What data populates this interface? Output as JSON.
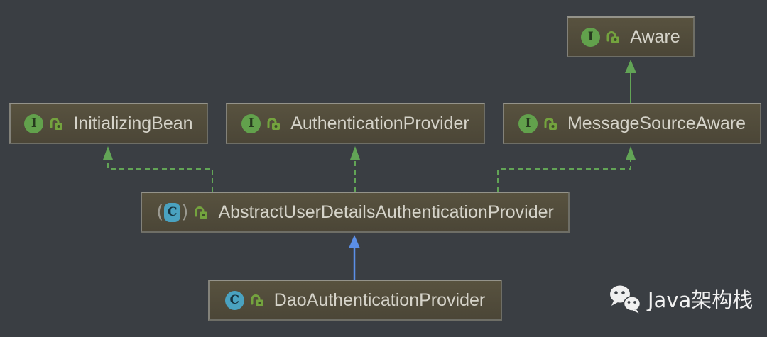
{
  "app": {
    "name": "IntelliJ UML class diagram"
  },
  "background_color": "#3a3e43",
  "diagram": {
    "icon_glyphs": {
      "interface": "I",
      "class": "C",
      "paren_open": "(",
      "paren_close": ")"
    },
    "nodes": [
      {
        "id": "aware",
        "label": "Aware",
        "kind": "interface",
        "visibility": "public"
      },
      {
        "id": "initializing-bean",
        "label": "InitializingBean",
        "kind": "interface",
        "visibility": "public"
      },
      {
        "id": "authentication-provider",
        "label": "AuthenticationProvider",
        "kind": "interface",
        "visibility": "public"
      },
      {
        "id": "message-source-aware",
        "label": "MessageSourceAware",
        "kind": "interface",
        "visibility": "public"
      },
      {
        "id": "abstract-user-details-authentication-provider",
        "label": "AbstractUserDetailsAuthenticationProvider",
        "kind": "abstract-class",
        "visibility": "public"
      },
      {
        "id": "dao-authentication-provider",
        "label": "DaoAuthenticationProvider",
        "kind": "class",
        "visibility": "public"
      }
    ],
    "edges": [
      {
        "from": "message-source-aware",
        "to": "aware",
        "relation": "extends",
        "line": "solid",
        "color": "#62a456"
      },
      {
        "from": "abstract-user-details-authentication-provider",
        "to": "initializing-bean",
        "relation": "implements",
        "line": "dashed",
        "color": "#62a456"
      },
      {
        "from": "abstract-user-details-authentication-provider",
        "to": "authentication-provider",
        "relation": "implements",
        "line": "dashed",
        "color": "#62a456"
      },
      {
        "from": "abstract-user-details-authentication-provider",
        "to": "message-source-aware",
        "relation": "implements",
        "line": "dashed",
        "color": "#62a456"
      },
      {
        "from": "dao-authentication-provider",
        "to": "abstract-user-details-authentication-provider",
        "relation": "extends",
        "line": "solid",
        "color": "#5b8fe8"
      }
    ],
    "colors": {
      "node_fill_top": "#58523f",
      "node_fill_bottom": "#4b4637",
      "node_border": "#6e6e66",
      "node_text": "#d5d3c9",
      "interface_icon_green": "#62a14c",
      "class_icon_teal": "#4aa2c0",
      "lock_icon_green": "#74a33e",
      "edge_green": "#62a456",
      "edge_blue": "#5b8fe8"
    }
  },
  "watermark": {
    "label": "Java架构栈",
    "icon": "wechat-logo"
  }
}
